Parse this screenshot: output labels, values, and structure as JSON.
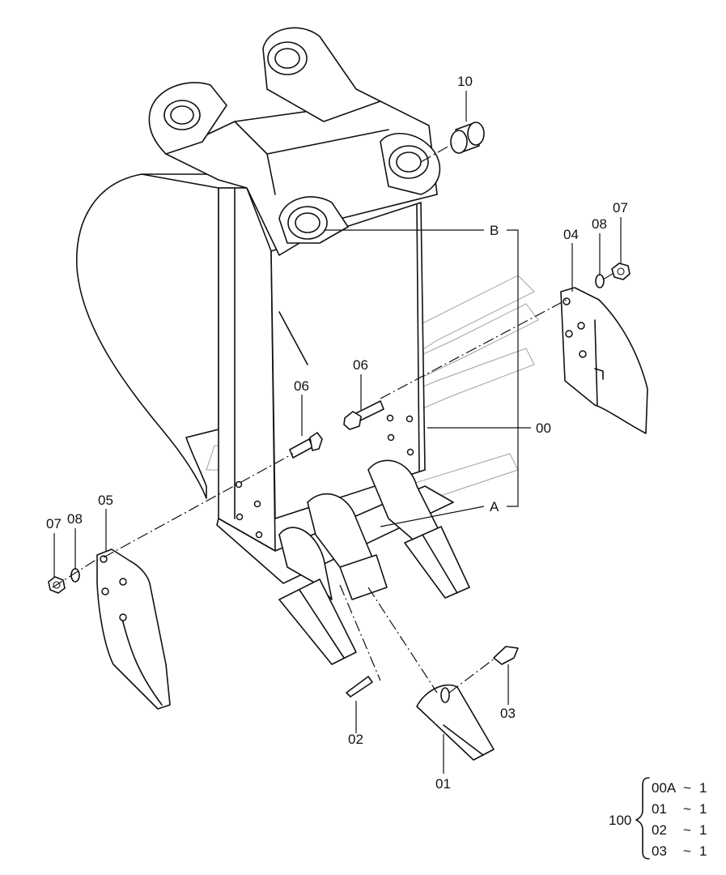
{
  "callouts": {
    "p10": "10",
    "p07_right": "07",
    "p08_right": "08",
    "p04": "04",
    "pB": "B",
    "p06_upper": "06",
    "p06_lower": "06",
    "p00": "00",
    "pA": "A",
    "p05": "05",
    "p08_left": "08",
    "p07_left": "07",
    "p02": "02",
    "p01": "01",
    "p03": "03"
  },
  "assembly_table": {
    "assembly_number": "100",
    "rows": [
      {
        "part": "00A",
        "sep": "~",
        "qty": "1"
      },
      {
        "part": "01",
        "sep": "~",
        "qty": "1"
      },
      {
        "part": "02",
        "sep": "~",
        "qty": "1"
      },
      {
        "part": "03",
        "sep": "~",
        "qty": "1"
      }
    ]
  }
}
